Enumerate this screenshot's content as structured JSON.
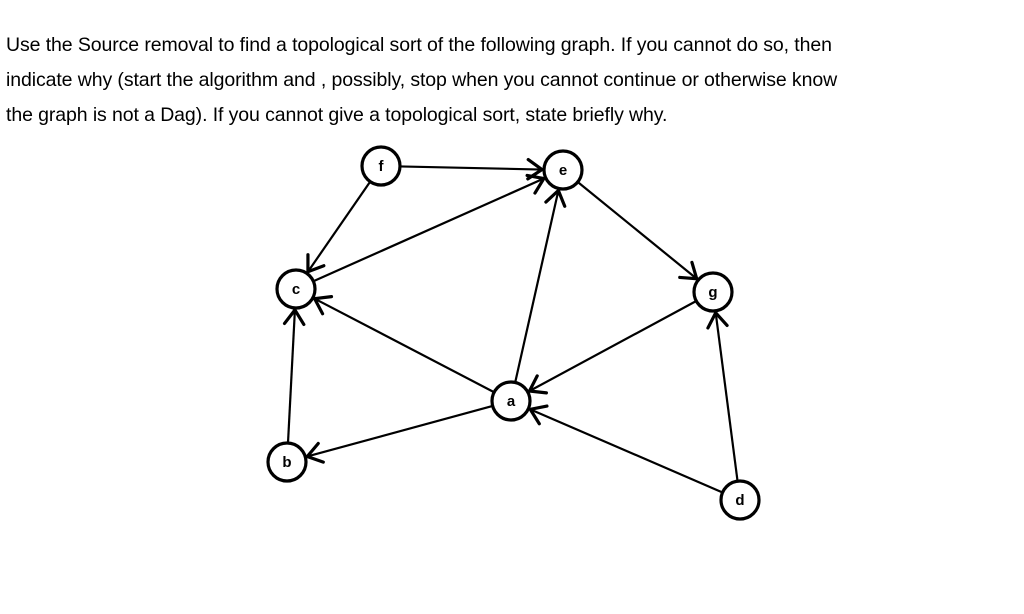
{
  "question": {
    "line1": "Use the Source removal to find a topological sort of the following graph. If you cannot do so, then",
    "line2": "indicate why (start the algorithm and , possibly, stop when you cannot continue or otherwise know",
    "line3": "the graph is not a Dag). If you cannot give a topological sort, state briefly why."
  },
  "graph": {
    "nodes": [
      {
        "id": "f",
        "label": "f"
      },
      {
        "id": "e",
        "label": "e"
      },
      {
        "id": "c",
        "label": "c"
      },
      {
        "id": "g",
        "label": "g"
      },
      {
        "id": "a",
        "label": "a"
      },
      {
        "id": "b",
        "label": "b"
      },
      {
        "id": "d",
        "label": "d"
      }
    ],
    "edges": [
      {
        "from": "f",
        "to": "e"
      },
      {
        "from": "f",
        "to": "c"
      },
      {
        "from": "c",
        "to": "e"
      },
      {
        "from": "e",
        "to": "g"
      },
      {
        "from": "a",
        "to": "e"
      },
      {
        "from": "a",
        "to": "c"
      },
      {
        "from": "g",
        "to": "a"
      },
      {
        "from": "b",
        "to": "c"
      },
      {
        "from": "a",
        "to": "b"
      },
      {
        "from": "d",
        "to": "a"
      },
      {
        "from": "d",
        "to": "g"
      }
    ]
  }
}
